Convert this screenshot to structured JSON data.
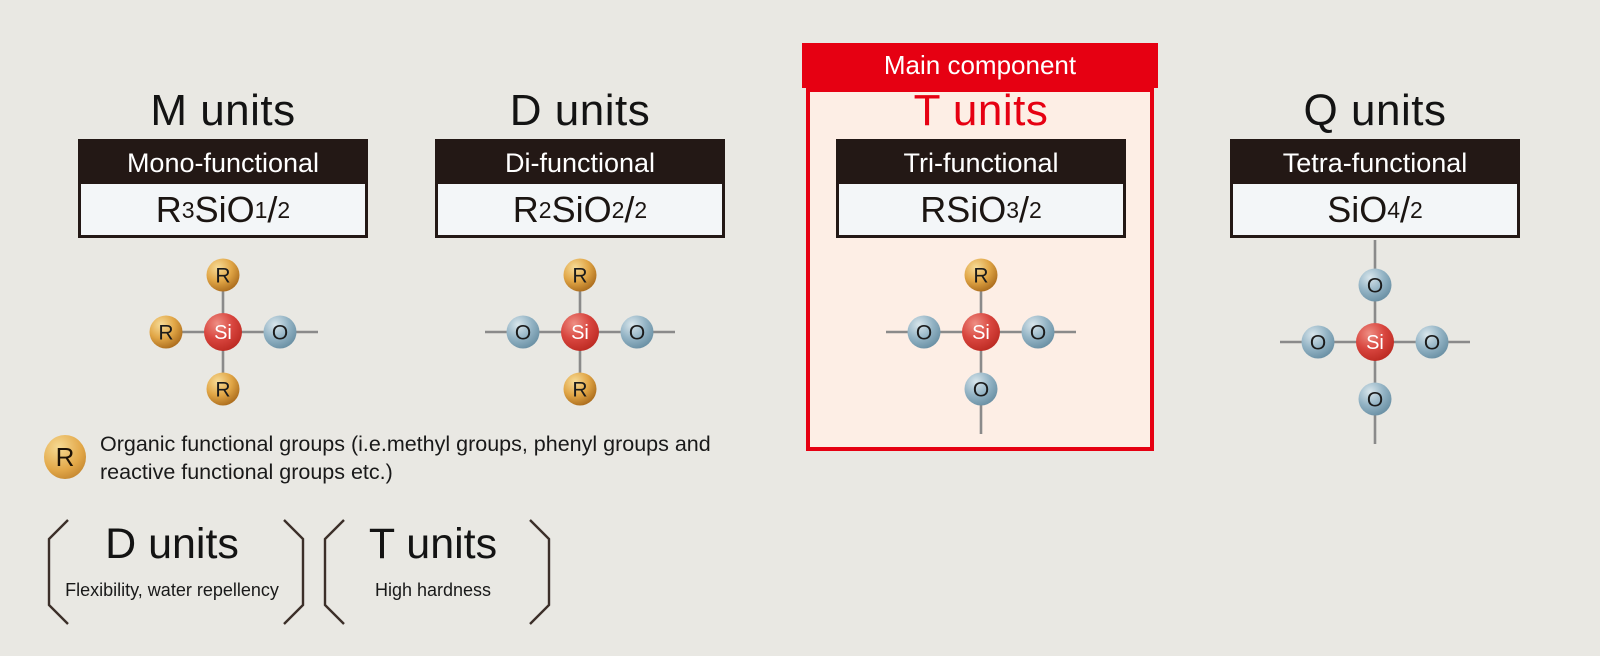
{
  "banner": {
    "label": "Main component"
  },
  "units": [
    {
      "title": "M units",
      "functionality": "Mono-functional",
      "formula": {
        "pre": "R",
        "presub": "3",
        "mid": "SiO",
        "num": "1",
        "slash": "/",
        "den": "2"
      },
      "molecule": {
        "top": "R",
        "left": "R",
        "right": "O",
        "bottom": "R",
        "stubs": [
          "right"
        ]
      }
    },
    {
      "title": "D units",
      "functionality": "Di-functional",
      "formula": {
        "pre": "R",
        "presub": "2",
        "mid": "SiO",
        "num": "2",
        "slash": "/",
        "den": "2"
      },
      "molecule": {
        "top": "R",
        "left": "O",
        "right": "O",
        "bottom": "R",
        "stubs": [
          "left",
          "right"
        ]
      }
    },
    {
      "title": "T units",
      "functionality": "Tri-functional",
      "highlighted": true,
      "formula": {
        "pre": "R",
        "presub": "",
        "mid": "SiO",
        "num": "3",
        "slash": "/",
        "den": "2"
      },
      "molecule": {
        "top": "R",
        "left": "O",
        "right": "O",
        "bottom": "O",
        "stubs": [
          "left",
          "right",
          "bottom"
        ]
      }
    },
    {
      "title": "Q units",
      "functionality": "Tetra-functional",
      "formula": {
        "pre": "",
        "presub": "",
        "mid": "SiO",
        "num": "4",
        "slash": "/",
        "den": "2"
      },
      "molecule": {
        "top": "O",
        "left": "O",
        "right": "O",
        "bottom": "O",
        "stubs": [
          "top",
          "left",
          "right",
          "bottom"
        ]
      }
    }
  ],
  "atom_labels": {
    "si": "Si",
    "r": "R",
    "o": "O"
  },
  "legend": {
    "symbol": "R",
    "line1": "Organic functional groups (i.e.methyl groups, phenyl groups and",
    "line2": "reactive functional groups etc.)"
  },
  "notes": [
    {
      "title": "D units",
      "subtitle": "Flexibility, water repellency"
    },
    {
      "title": "T units",
      "subtitle": "High hardness"
    }
  ],
  "colors": {
    "accent_red": "#e60012",
    "panel_bg": "#fdeee5",
    "box_black": "#231815",
    "formula_bg": "#f3f6f8",
    "background": "#e9e8e3",
    "atom_si": "#d8453e",
    "atom_r": "#e2a748",
    "atom_o": "#8fafc0",
    "bond": "#8a8a8a"
  }
}
